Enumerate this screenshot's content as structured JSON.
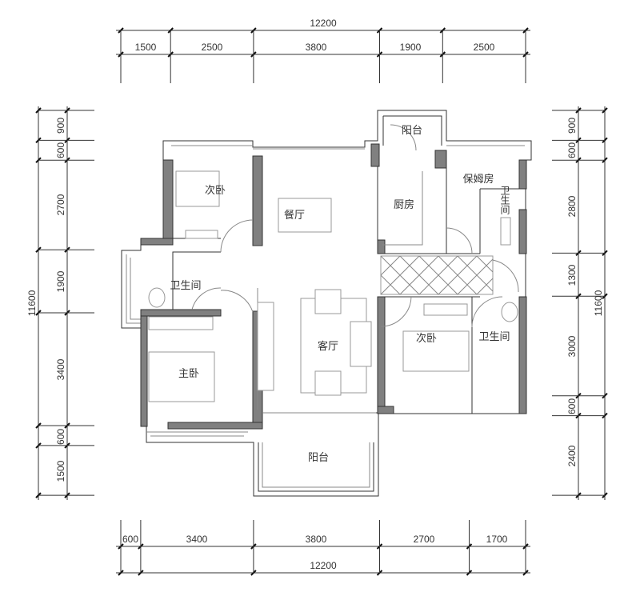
{
  "dimensions": {
    "top_total": "12200",
    "top": [
      "1500",
      "2500",
      "3800",
      "1900",
      "2500"
    ],
    "bottom": [
      "600",
      "3400",
      "3800",
      "2700",
      "1700"
    ],
    "bottom_total": "12200",
    "left_total": "11600",
    "left": [
      "900",
      "600",
      "2700",
      "1900",
      "3400",
      "600",
      "1500"
    ],
    "right": [
      "900",
      "600",
      "2800",
      "1300",
      "3000",
      "600",
      "2400"
    ],
    "right_total": "11600"
  },
  "rooms": {
    "bedroom_2_north": "次卧",
    "dining": "餐厅",
    "kitchen": "厨房",
    "balcony_north": "阳台",
    "maid_room": "保姆房",
    "bath_maid": "卫生间",
    "bath_west": "卫生间",
    "living": "客厅",
    "master": "主卧",
    "bedroom_2_east": "次卧",
    "bath_east": "卫生间",
    "balcony_south": "阳台"
  }
}
